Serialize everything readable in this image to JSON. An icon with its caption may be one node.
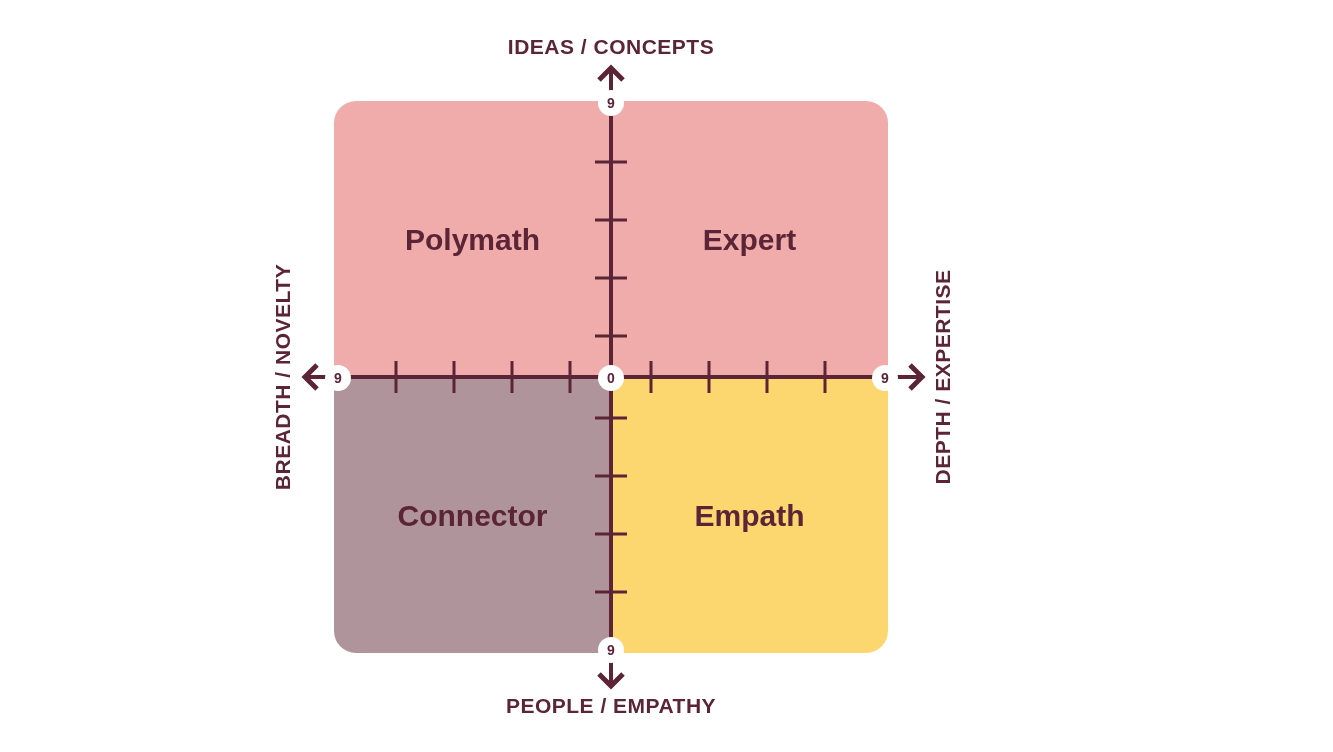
{
  "diagram": {
    "nodes": [
      {
        "text": [
          "Polymath"
        ]
      },
      {
        "text": [
          "Expert"
        ]
      },
      {
        "text": [
          "Connector"
        ]
      },
      {
        "text": [
          "Empath"
        ]
      }
    ],
    "labels": [
      "IDEAS / CONCEPTS",
      "9",
      "BREADTH / NOVELTY",
      "9",
      "0",
      "9",
      "DEPTH / EXPERTISE",
      "9",
      "PEOPLE / EMPATHY"
    ]
  }
}
